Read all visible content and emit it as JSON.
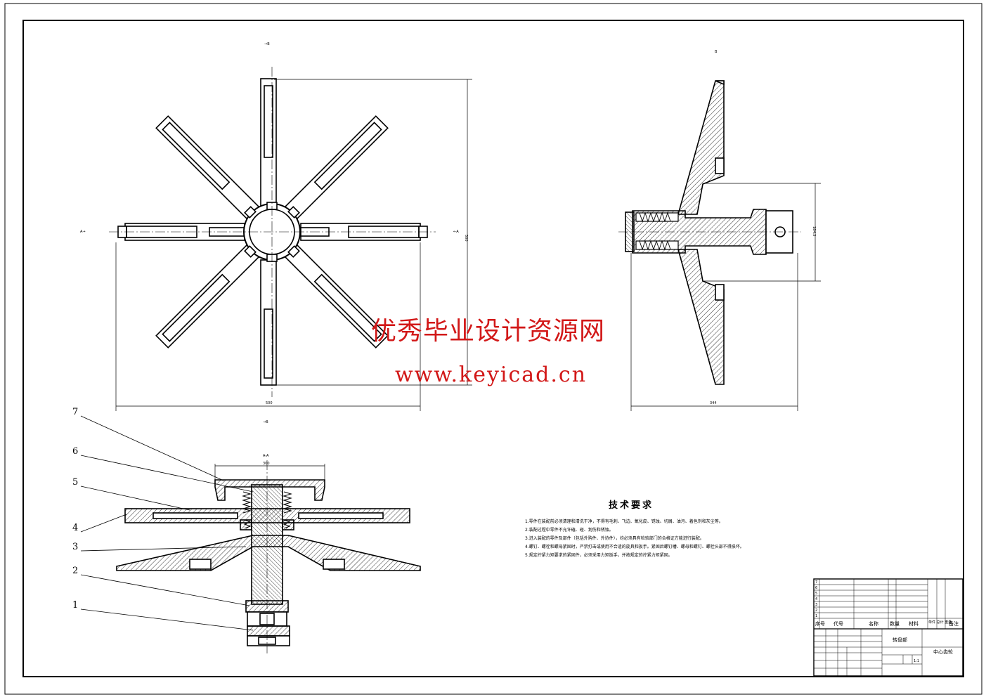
{
  "watermark": {
    "title": "优秀毕业设计资源网",
    "url": "www.keyicad.cn"
  },
  "part_labels": [
    "1",
    "2",
    "3",
    "4",
    "5",
    "6",
    "7"
  ],
  "section_marks": {
    "top_view_top": "→B",
    "top_view_bottom": "→B",
    "left": "A→",
    "right": "←A",
    "side_view_top": "B"
  },
  "dimensions": {
    "top_width": "500",
    "top_height": "500",
    "side_height": "184.3",
    "side_width": "344",
    "section_top": "300",
    "section_mark": "A-A"
  },
  "tech_requirements": {
    "title": "技术要求",
    "lines": [
      "1.零件在装配前必须清理和清洗干净，不得有毛刺、飞边、氧化皮、锈蚀、切屑、油污、着色剂和灰尘等。",
      "2.装配过程中零件不允许磕、碰、划伤和锈蚀。",
      "3.进入装配的零件及部件（包括外购件、外协件），均必须具有检验部门的合格证方能进行装配。",
      "4.螺钉、螺栓和螺母紧固时，严禁打击或使用不合适的旋具和扳手。紧固后螺钉槽、螺母和螺钉、螺栓头部不得损坏。",
      "5.规定拧紧力矩要求的紧固件，必须采用力矩扳手，并按规定的拧紧力矩紧固。"
    ]
  },
  "title_block": {
    "drawing_name": "转盘部",
    "part_name": "中心齿轮",
    "header": [
      "序号",
      "代号",
      "名称",
      "数量",
      "材料",
      "单件 总计 重量",
      "备注"
    ],
    "scale": "1:1",
    "rows": [
      "7",
      "6",
      "5",
      "4",
      "3",
      "2",
      "1"
    ]
  }
}
